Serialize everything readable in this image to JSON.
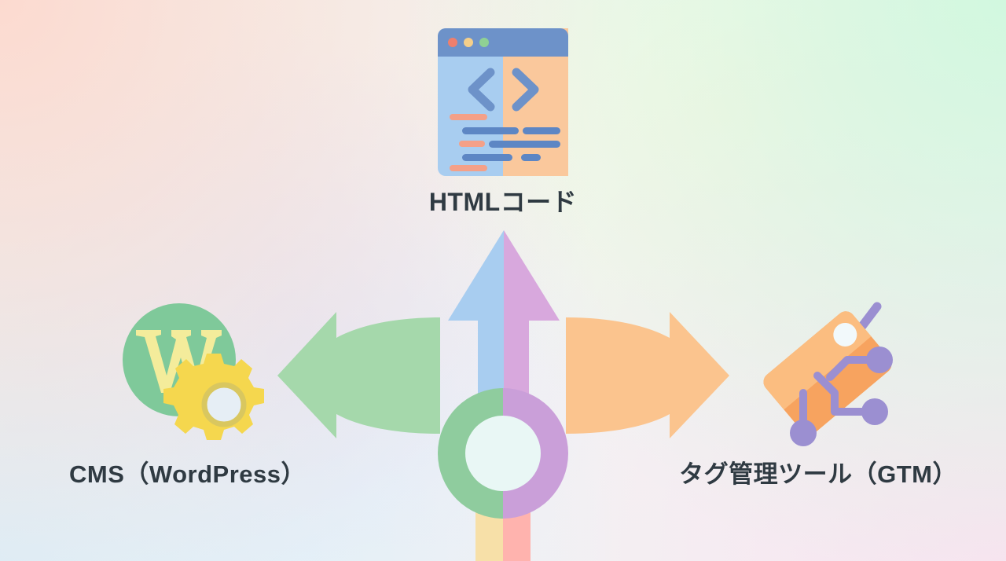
{
  "page": {
    "title": "HTML実装方法の分岐図",
    "background": {
      "top_left": "#fdd9ce",
      "top_right": "#d0f8de",
      "bottom_left": "#daeefa",
      "bottom_right": "#f9e2f0"
    }
  },
  "nodes": {
    "top": {
      "label": "HTMLコード",
      "icon": "code-window-icon",
      "colors": {
        "titlebar": "#6d92c9",
        "left_panel": "#a8cdf0",
        "right_panel": "#fac89c",
        "chevron": "#6d92c9",
        "code_blue": "#5d86c4",
        "code_salmon": "#f4a088",
        "dot_red": "#ee7f6d",
        "dot_yellow": "#f5cf8a",
        "dot_green": "#8fd194"
      }
    },
    "left": {
      "label": "CMS（WordPress）",
      "icon": "wordpress-gear-icon",
      "colors": {
        "circle": "#7fc99a",
        "letter": "#f4ec9b",
        "gear": "#f5d74e",
        "gear_hole": "#d9c75f"
      }
    },
    "right": {
      "label": "タグ管理ツール（GTM）",
      "icon": "tag-circuit-icon",
      "colors": {
        "tag": "#f7a35f",
        "tag_light": "#fbbd80",
        "string": "#9b8fd1",
        "node": "#9b8fd1"
      }
    }
  },
  "arrows": {
    "up": {
      "direction": "up",
      "target": "HTMLコード",
      "color_left": "#a8cdf0",
      "color_right": "#d8a8dd"
    },
    "left": {
      "direction": "left",
      "target": "CMS（WordPress）",
      "color": "#a5d8ab"
    },
    "right": {
      "direction": "right",
      "target": "タグ管理ツール（GTM）",
      "color": "#fbc48e"
    },
    "hub": {
      "name": "ring-hub",
      "color_left": "#8fcc9e",
      "color_right": "#ca9fd9"
    },
    "stem": {
      "name": "bottom-stem",
      "color_left": "#f7e0a8",
      "color_right": "#ffb3ae"
    }
  }
}
